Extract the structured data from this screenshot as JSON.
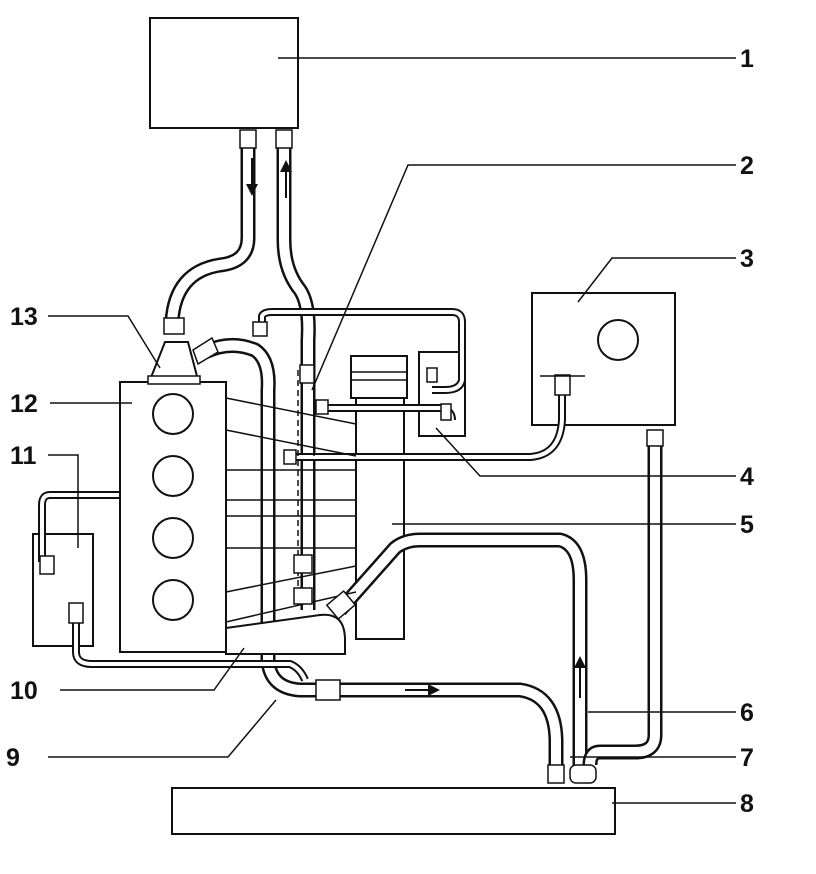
{
  "diagram": {
    "callouts": [
      {
        "id": "1",
        "label": "1"
      },
      {
        "id": "2",
        "label": "2"
      },
      {
        "id": "3",
        "label": "3"
      },
      {
        "id": "4",
        "label": "4"
      },
      {
        "id": "5",
        "label": "5"
      },
      {
        "id": "6",
        "label": "6"
      },
      {
        "id": "7",
        "label": "7"
      },
      {
        "id": "8",
        "label": "8"
      },
      {
        "id": "9",
        "label": "9"
      },
      {
        "id": "10",
        "label": "10"
      },
      {
        "id": "11",
        "label": "11"
      },
      {
        "id": "12",
        "label": "12"
      },
      {
        "id": "13",
        "label": "13"
      }
    ],
    "flow_arrows": [
      "down",
      "up",
      "right",
      "up"
    ]
  }
}
